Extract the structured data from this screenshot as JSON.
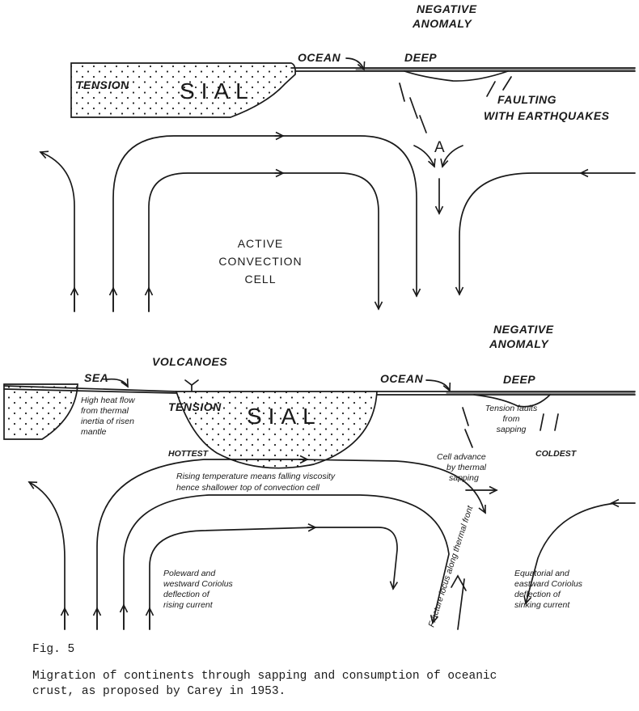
{
  "top_panel": {
    "negative_anomaly": [
      "NEGATIVE",
      "ANOMALY"
    ],
    "ocean": "OCEAN",
    "deep": "DEEP",
    "tension": "TENSION",
    "sial": "SIAL",
    "faulting": [
      "FAULTING",
      "WITH EARTHQUAKES"
    ],
    "point_a": "A",
    "cell_label": [
      "ACTIVE",
      "CONVECTION",
      "CELL"
    ]
  },
  "bottom_panel": {
    "negative_anomaly": [
      "NEGATIVE",
      "ANOMALY"
    ],
    "volcanoes": "VOLCANOES",
    "sea": "SEA",
    "ocean": "OCEAN",
    "deep": "DEEP",
    "tension": "TENSION",
    "sial": "SIAL",
    "heat_flow": [
      "High heat flow",
      "from thermal",
      "inertia of risen",
      "mantle"
    ],
    "tension_faults": [
      "Tension faults",
      "from",
      "sapping"
    ],
    "hottest": "HOTTEST",
    "coldest": "COLDEST",
    "cell_advance": [
      "Cell advance",
      "by thermal",
      "sapping"
    ],
    "rising_temp": [
      "Rising temperature means falling viscosity",
      "hence shallower top of convection cell"
    ],
    "thermal_front": "Fracture locus along thermal front",
    "poleward": [
      "Poleward and",
      "westward Coriolus",
      "deflection of",
      "rising current"
    ],
    "equatorial": [
      "Equatorial and",
      "eastward Coriolus",
      "deflection of",
      "sinking current"
    ]
  },
  "caption": {
    "fig": "Fig. 5",
    "text": [
      "Migration of continents through sapping and consumption of oceanic",
      "crust, as proposed by Carey in 1953."
    ]
  }
}
